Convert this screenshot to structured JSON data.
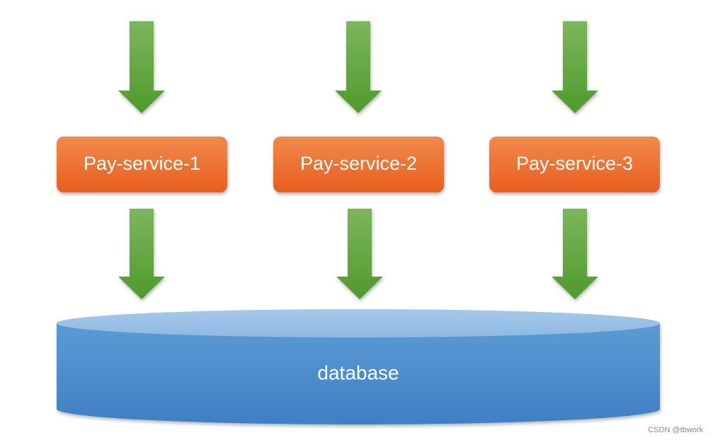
{
  "services": [
    {
      "label": "Pay-service-1"
    },
    {
      "label": "Pay-service-2"
    },
    {
      "label": "Pay-service-3"
    }
  ],
  "database": {
    "label": "database"
  },
  "watermark": "CSDN @tbwork",
  "colors": {
    "arrow_light": "#7cb65c",
    "arrow_dark": "#4f9a2c",
    "service_light": "#f08a4c",
    "service_dark": "#e85e1e",
    "db_top": "#9dc3e6",
    "db_body_light": "#5b9bd5",
    "db_body_dark": "#3f7fc4"
  }
}
